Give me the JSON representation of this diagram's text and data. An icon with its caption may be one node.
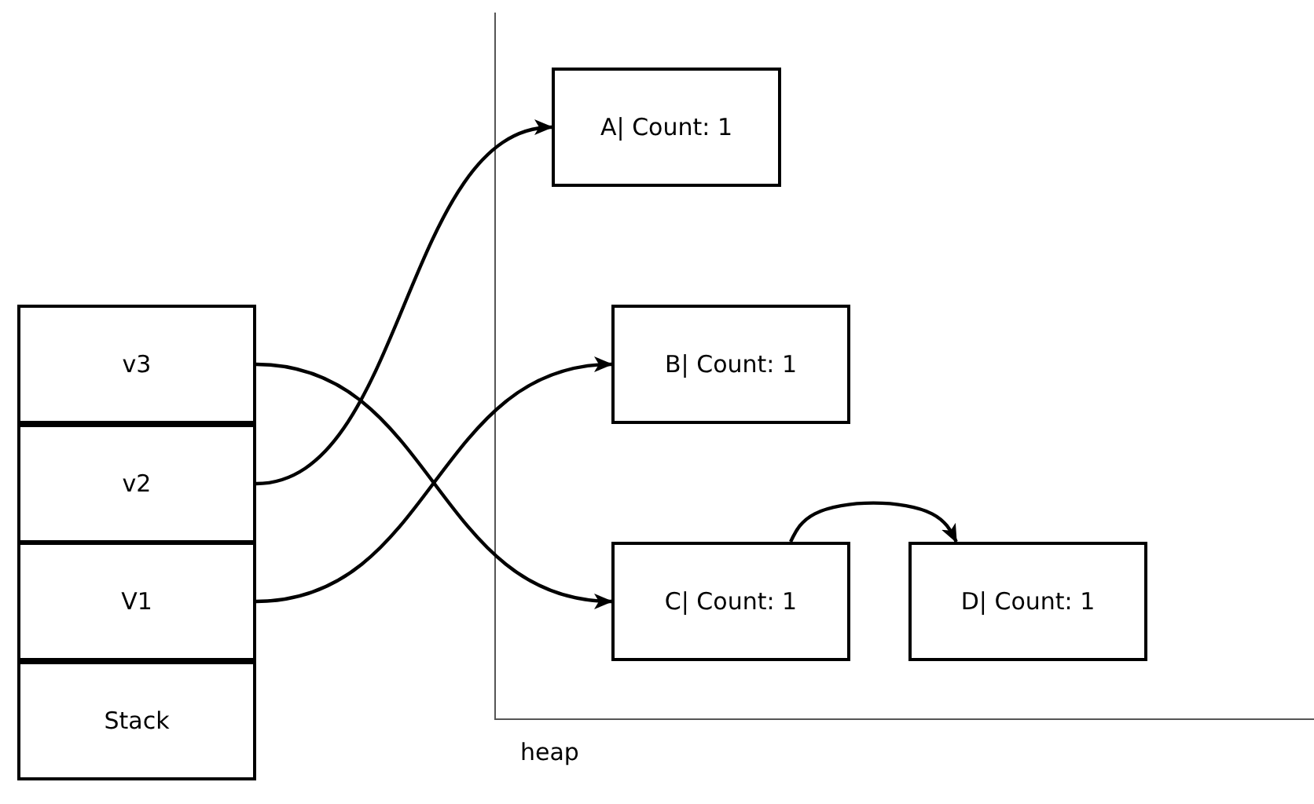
{
  "diagram": {
    "nodes": [
      {
        "text": [
          "v3"
        ]
      },
      {
        "text": [
          "v2"
        ]
      },
      {
        "text": [
          "V1"
        ]
      },
      {
        "text": [
          "Stack"
        ]
      },
      {
        "text": [
          "A| Count: 1"
        ]
      },
      {
        "text": [
          "B| Count: 1"
        ]
      },
      {
        "text": [
          "C| Count: 1"
        ]
      },
      {
        "text": [
          "D| Count: 1"
        ]
      }
    ],
    "edges": [
      {
        "from": 0,
        "to": 6,
        "arrow": "to"
      },
      {
        "from": 1,
        "to": 4,
        "arrow": "to"
      },
      {
        "from": 2,
        "to": 5,
        "arrow": "to"
      },
      {
        "from": 6,
        "to": 7,
        "arrow": "to"
      }
    ],
    "labels": [
      "heap"
    ]
  }
}
